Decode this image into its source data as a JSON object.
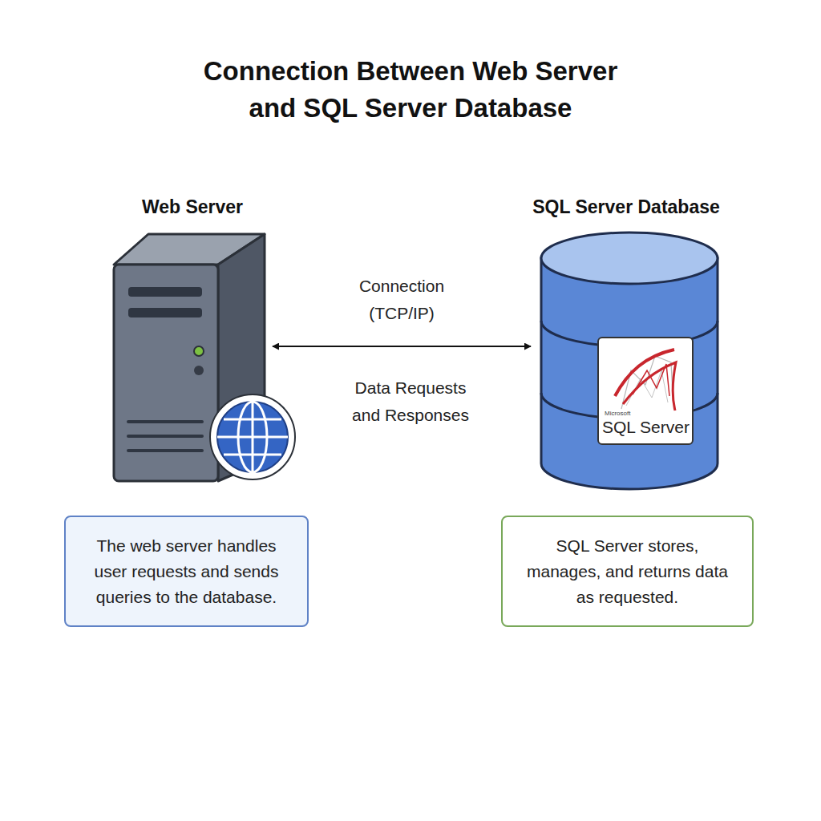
{
  "diagram": {
    "title": "Connection Between Web Server and SQL Server Database",
    "nodes": [
      {
        "text": [
          "Web Server"
        ]
      },
      {
        "text": [
          "SQL Server Database"
        ]
      },
      {
        "text": [
          "Microsoft",
          "SQL Server"
        ],
        "in": 1
      },
      {
        "text": [
          "The web server handles user requests and sends queries to the database."
        ]
      },
      {
        "text": [
          "SQL Server stores, manages, and returns data as requested."
        ]
      }
    ],
    "edges": [
      {
        "from": 0,
        "to": 1,
        "label": "Connection (TCP/IP)",
        "arrow": "both"
      }
    ],
    "labels": [
      "Data Requests and Responses"
    ]
  }
}
